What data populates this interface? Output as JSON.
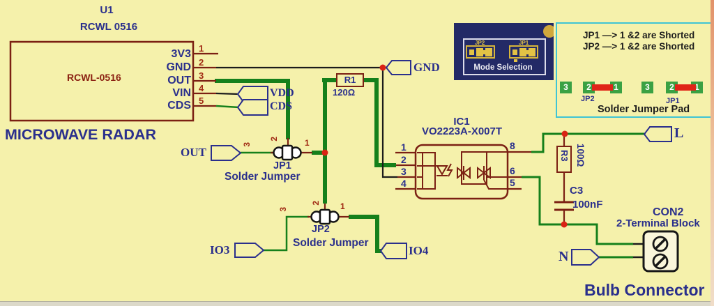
{
  "colors": {
    "background": "#f5f1ab",
    "wire_green": "#15801b",
    "wire_black": "#1b1b1b",
    "outline_maroon": "#7b2013",
    "label_blue": "#2a2f8c",
    "pin_number_red": "#a02a14",
    "junction_red": "#d92314",
    "note_border_cyan": "#3fc4d4",
    "photo_navy": "#232a66",
    "pad_green": "#3aa143",
    "pad_short_red": "#e02418",
    "pcb_pad_yellow": "#e3c245"
  },
  "u1": {
    "ref": "U1",
    "value": "RCWL 0516",
    "body_label": "RCWL-0516",
    "caption": "MICROWAVE RADAR",
    "pins": [
      {
        "num": "1",
        "name": "3V3"
      },
      {
        "num": "2",
        "name": "GND"
      },
      {
        "num": "3",
        "name": "OUT"
      },
      {
        "num": "4",
        "name": "VIN"
      },
      {
        "num": "5",
        "name": "CDS"
      }
    ]
  },
  "ports": {
    "vdd": "VDD",
    "cds": "CDS",
    "gnd": "GND",
    "out": "OUT",
    "io3": "IO3",
    "io4": "IO4",
    "live": "L",
    "neutral": "N"
  },
  "r1": {
    "ref": "R1",
    "value": "120Ω"
  },
  "r3": {
    "ref": "R3",
    "value": "100Ω"
  },
  "c3": {
    "ref": "C3",
    "value": "100nF"
  },
  "ic1": {
    "ref": "IC1",
    "value": "VO2223A-X007T",
    "pins_left": [
      "1",
      "2",
      "3",
      "4"
    ],
    "pins_right": [
      "8",
      "6",
      "5"
    ]
  },
  "jp1": {
    "ref": "JP1",
    "label": "Solder Jumper",
    "pin_top": "2",
    "pin_left": "3",
    "pin_right": "1"
  },
  "jp2": {
    "ref": "JP2",
    "label": "Solder Jumper",
    "pin_top": "2",
    "pin_left": "3",
    "pin_right": "1"
  },
  "con2": {
    "ref": "CON2",
    "type": "2-Terminal Block",
    "caption": "Bulb Connector"
  },
  "photo": {
    "caption": "Mode Selection",
    "jp1": "JP1",
    "jp2": "JP2"
  },
  "note": {
    "line1": "JP1 —> 1 &2 are Shorted",
    "line2": "JP2 —> 1 &2 are Shorted",
    "caption": "Solder Jumper Pad",
    "groups": [
      {
        "name": "JP2",
        "pads": [
          "3",
          "2",
          "1"
        ]
      },
      {
        "name": "JP1",
        "pads": [
          "3",
          "2",
          "1"
        ]
      }
    ]
  }
}
